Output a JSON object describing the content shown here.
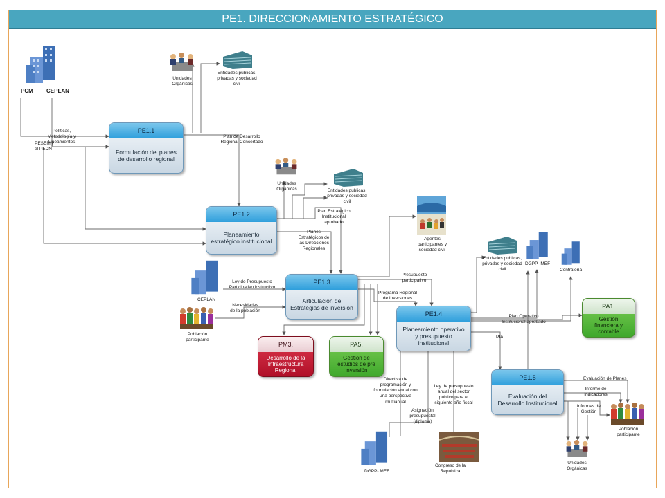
{
  "title": "PE1. DIRECCIONAMIENTO ESTRATÉGICO",
  "process_boxes": {
    "pe11": {
      "id": "PE1.1",
      "name": "Formulación del planes de desarrollo regional"
    },
    "pe12": {
      "id": "PE1.2",
      "name": "Planeamiento estratégico institucional"
    },
    "pe13": {
      "id": "PE1.3",
      "name": "Articulación de Estrategias de inversión"
    },
    "pe14": {
      "id": "PE1.4",
      "name": "Planeamiento operativo y presupuesto institucional"
    },
    "pe15": {
      "id": "PE1.5",
      "name": "Evaluación del Desarrollo Institucional"
    },
    "pm3": {
      "id": "PM3.",
      "name": "Desarrollo de la Infraestructura Regional"
    },
    "pa5": {
      "id": "PA5.",
      "name": "Gestión de estudios de pre inversión"
    },
    "pa1": {
      "id": "PA1.",
      "name": "Gestión financiera y contable"
    }
  },
  "actors": {
    "pcm": "PCM",
    "ceplan_top": "CEPLAN",
    "unidades_1": "Unidades Orgánicas",
    "entidades_1": "Entidades publicas, privadas y sociedad civil",
    "unidades_2": "Unidades Orgánicas",
    "entidades_2": "Entidades publicas, privadas y sociedad civil",
    "agentes": "Agentes participantes y sociedad civil",
    "entidades_3": "Entidades publicas, privadas y sociedad civil",
    "dgpp_mef_top": "DGPP- MEF",
    "contraloria": "Contraloría",
    "ceplan_mid": "CEPLAN",
    "poblacion_1": "Población participante",
    "poblacion_2": "Población participante",
    "unidades_3": "Unidades Orgánicas",
    "dgpp_mef_bottom": "DGPP- MEF",
    "congreso": "Congreso de la República"
  },
  "flows": {
    "politicas": "Políticas, Metodología y Lineamientos",
    "pesem": "PESEM y el PEDN",
    "plan_desarrollo": "Plan de Desarrollo Regional Concertado",
    "plan_estrategico": "Plan Estratégico Institucional aprobado",
    "planes_estrategicos": "Planes Estratégicos de las Direcciones Regionales",
    "ley_presupuesto": "Ley de Presupuesto Participativo  instructivo",
    "necesidades": "Necesidades de la población",
    "presupuesto_participativo": "Presupuesto participativo",
    "programa_regional": "Programa Regional de Inversiones",
    "plan_operativo": "Plan Operativo Institucional aprobado",
    "pia": "PIA",
    "directiva": "Directiva de programación y formulación anual con una perspectiva multianual",
    "asignacion": "Asignación presupuestal (diploma)",
    "ley_presupuesto_anual": "Ley de presupuesto anual del sector público para el siguiente año  fiscal",
    "evaluacion_planes": "Evaluación de Planes",
    "informe_indicadores": "Informe de Indicadores",
    "informes_gestion": "Informes de Gestión"
  },
  "colors": {
    "title_bar": "#49a6bf",
    "frame_border": "#e8a65a",
    "process_blue": "#2f9fdc",
    "process_green": "#3fa82c",
    "process_red": "#b01029"
  },
  "icons": {
    "building": "building-icon",
    "office_building": "office-building-icon",
    "meeting": "meeting-icon",
    "crowd": "crowd-icon",
    "congress": "congress-icon"
  }
}
